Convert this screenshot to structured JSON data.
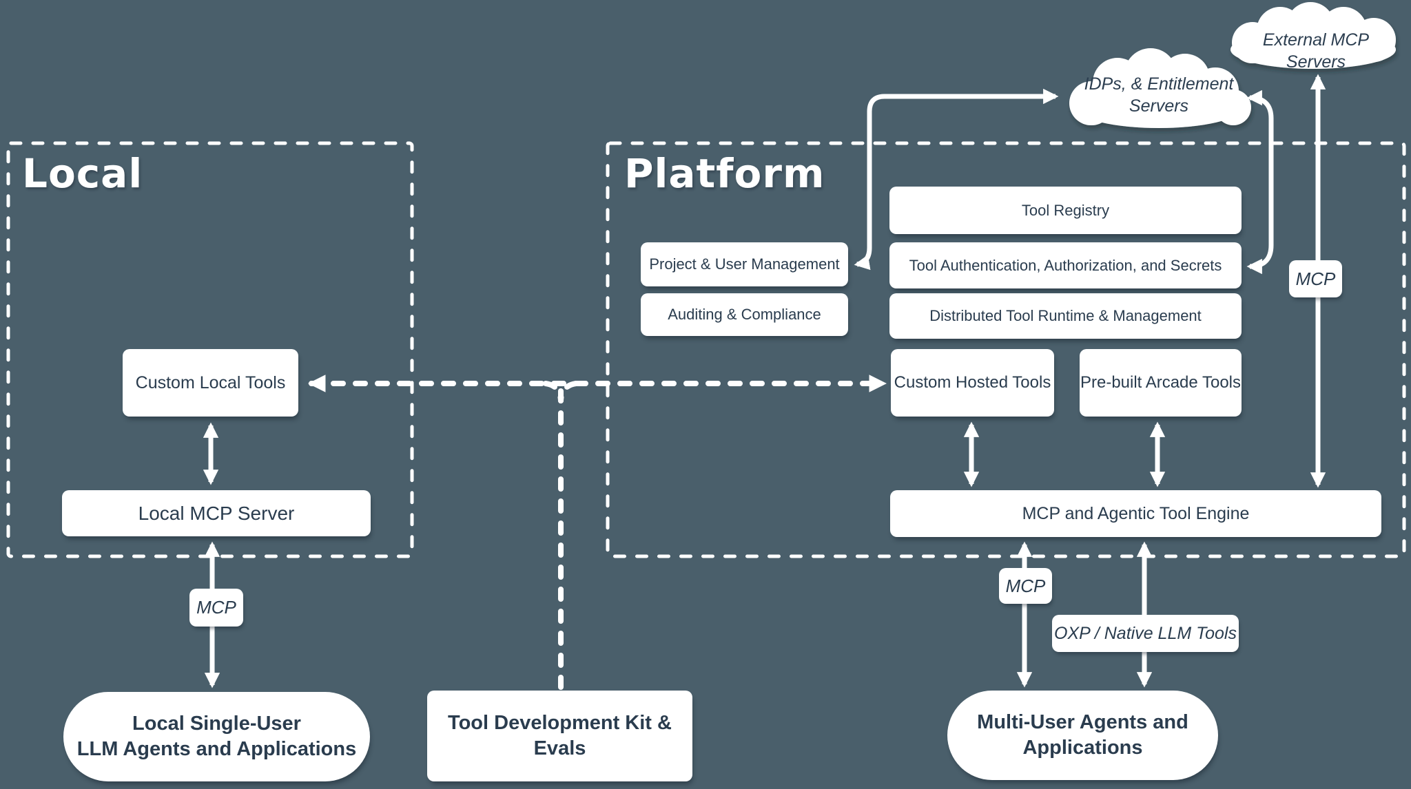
{
  "colors": {
    "background": "#4a5f6b",
    "node_fill": "#ffffff",
    "node_text": "#2a3c4e",
    "line": "#ffffff"
  },
  "clouds": {
    "external_mcp": {
      "label": "External MCP Servers"
    },
    "idps": {
      "line1": "IDPs, & Entitlement",
      "line2": "Servers"
    }
  },
  "local_section": {
    "title": "Local",
    "boxes": {
      "custom_local_tools": "Custom Local Tools",
      "local_mcp_server": "Local MCP Server"
    }
  },
  "platform_section": {
    "title": "Platform",
    "boxes": {
      "tool_registry": "Tool Registry",
      "project_user_management": "Project & User Management",
      "tool_auth": "Tool Authentication, Authorization, and Secrets",
      "auditing_compliance": "Auditing & Compliance",
      "distributed_runtime": "Distributed Tool Runtime & Management",
      "custom_hosted_tools": "Custom Hosted Tools",
      "prebuilt_arcade_tools": "Pre-built Arcade Tools",
      "mcp_engine": "MCP and Agentic Tool Engine"
    }
  },
  "edge_labels": {
    "mcp_local": "MCP",
    "mcp_platform": "MCP",
    "mcp_external": "MCP",
    "oxp": "OXP / Native LLM Tools"
  },
  "bottom_nodes": {
    "local_agents": {
      "line1": "Local Single-User",
      "line2": "LLM Agents and Applications"
    },
    "tool_dev_kit": "Tool Development Kit & Evals",
    "multi_user_agents": {
      "line1": "Multi-User Agents and",
      "line2": "Applications"
    }
  }
}
